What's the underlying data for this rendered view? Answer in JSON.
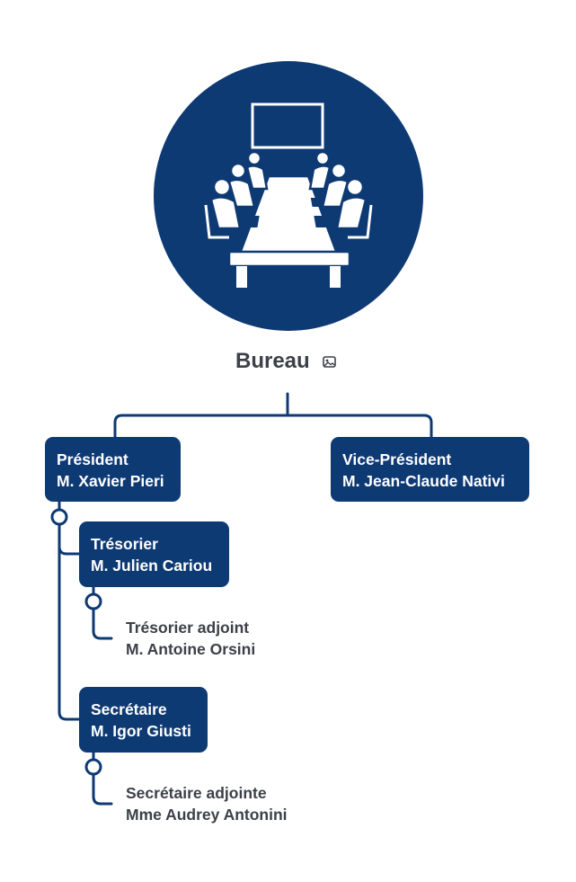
{
  "chart": {
    "title": "Bureau",
    "icons": [
      "meeting-room-icon",
      "image-icon"
    ],
    "colors": {
      "node": "#0e3a74",
      "text_dark": "#3c4048",
      "text_light": "#ffffff"
    }
  },
  "nodes": {
    "president": {
      "role": "Président",
      "name": "M. Xavier Pieri"
    },
    "vice_president": {
      "role": "Vice-Président",
      "name": "M. Jean-Claude Nativi"
    },
    "tresorier": {
      "role": "Trésorier",
      "name": "M. Julien Cariou"
    },
    "tresorier_adjoint": {
      "role": "Trésorier adjoint",
      "name": "M. Antoine Orsini"
    },
    "secretaire": {
      "role": "Secrétaire",
      "name": "M. Igor Giusti"
    },
    "secretaire_adjointe": {
      "role": "Secrétaire adjointe",
      "name": "Mme Audrey Antonini"
    }
  }
}
